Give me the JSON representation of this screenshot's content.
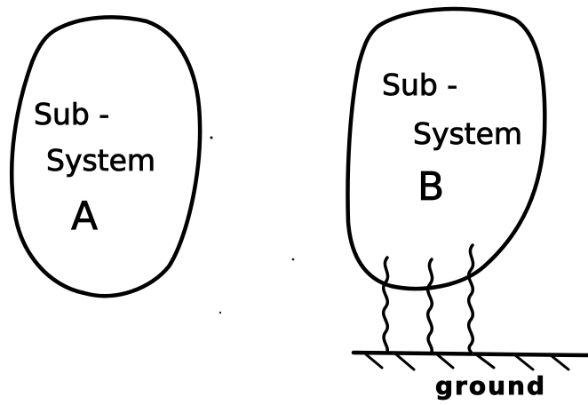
{
  "subsystem_a": {
    "line1": "Sub -",
    "line2": "System",
    "letter": "A"
  },
  "subsystem_b": {
    "line1": "Sub -",
    "line2": "System",
    "letter": "B"
  },
  "ground": {
    "label": "ground"
  },
  "colors": {
    "ink": "#000000",
    "paper": "#ffffff"
  }
}
